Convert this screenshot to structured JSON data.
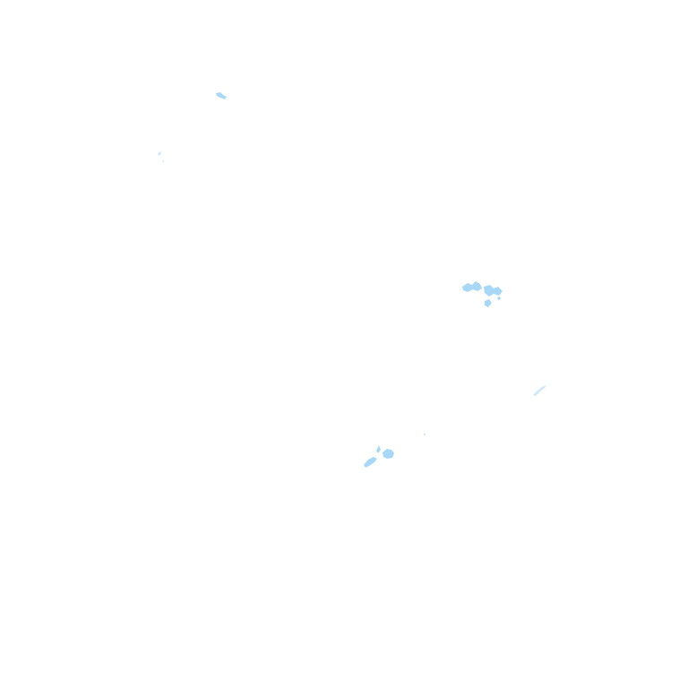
{
  "map": {
    "background_color": "#ffffff",
    "feature_color": "#a8d8f8",
    "feature_color_light": "#cfe9fb",
    "features": [
      {
        "type": "water-patch",
        "id": "patch-a"
      },
      {
        "type": "water-patch",
        "id": "patch-b"
      },
      {
        "type": "water-patch",
        "id": "patch-c"
      },
      {
        "type": "water-patch",
        "id": "patch-d"
      },
      {
        "type": "water-patch",
        "id": "patch-e"
      },
      {
        "type": "water-patch",
        "id": "patch-f"
      }
    ]
  }
}
